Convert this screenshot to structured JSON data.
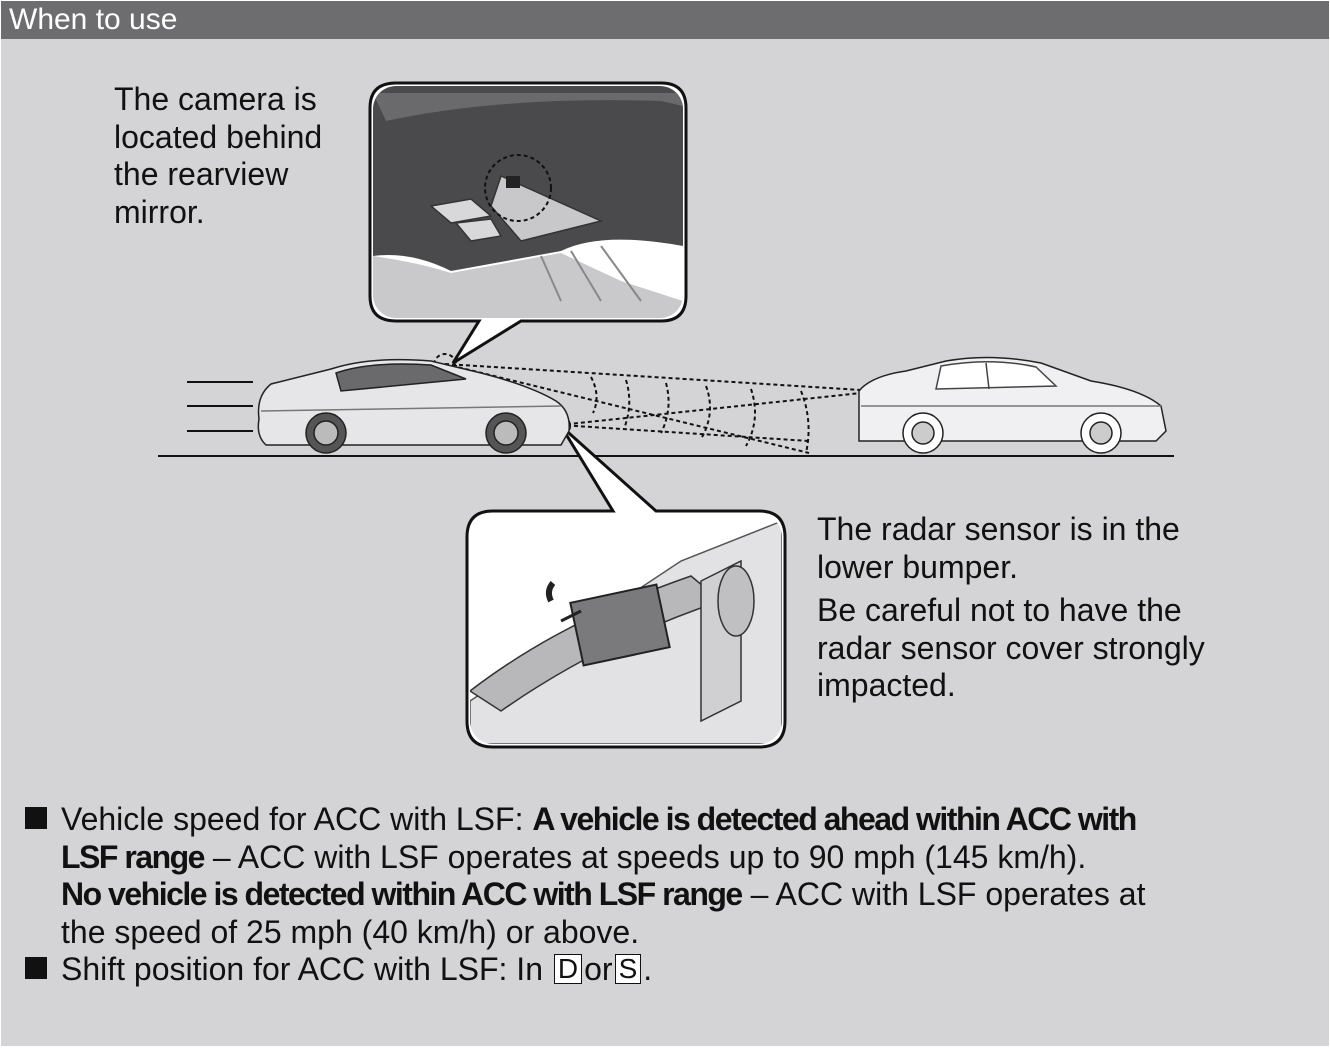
{
  "header": {
    "title": "When to use"
  },
  "captions": {
    "camera": "The camera is located behind the rearview mirror.",
    "radar_1": "The radar sensor is in the lower bumper.",
    "radar_2": "Be careful not to have the radar sensor cover strongly impacted."
  },
  "bullets": [
    {
      "lead": "Vehicle speed for ACC with LSF: ",
      "bold_1": "A vehicle is detected ahead within ACC with LSF range",
      "text_1": " – ACC with LSF operates at speeds up to 90 mph (145 km/h).",
      "bold_2": "No vehicle is detected within ACC with LSF range",
      "text_2": " – ACC with LSF operates at the speed of 25 mph (40 km/h) or above."
    },
    {
      "lead": "Shift position for ACC with LSF: In ",
      "key_1": "D",
      "mid": "or",
      "key_2": "S",
      "tail": "."
    }
  ],
  "icons": [
    "camera-callout-illustration",
    "car-with-sensors-illustration",
    "lead-car-illustration",
    "radar-callout-illustration"
  ],
  "colors": {
    "background": "#d4d4d6",
    "header": "#6d6d6f",
    "text": "#111111"
  }
}
